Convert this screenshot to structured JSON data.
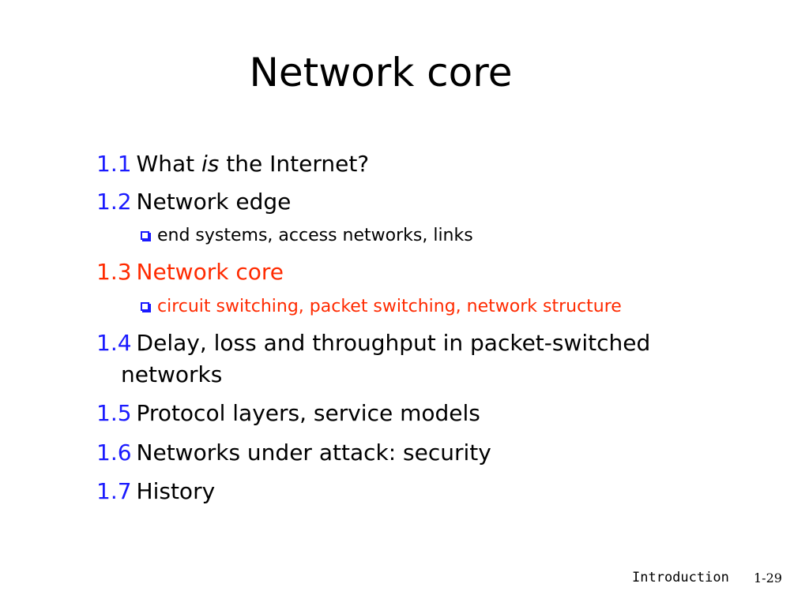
{
  "slide": {
    "title": "Network core"
  },
  "toc": [
    {
      "num": "1.1",
      "pre": "What ",
      "em": "is",
      "post": " the Internet?"
    },
    {
      "num": "1.2",
      "text": "Network edge",
      "sub": "end systems, access networks, links"
    },
    {
      "num": "1.3",
      "text": "Network core",
      "sub": "circuit switching, packet switching, network structure",
      "current": true
    },
    {
      "num": "1.4",
      "text": "Delay, loss and throughput in packet-switched",
      "text_cont": "networks"
    },
    {
      "num": "1.5",
      "text": "Protocol layers, service models"
    },
    {
      "num": "1.6",
      "text": "Networks under attack: security"
    },
    {
      "num": "1.7",
      "text": "History"
    }
  ],
  "colors": {
    "section_number": "#1a1aff",
    "current_section": "#ff2a00",
    "bullet": "#1a1aff"
  },
  "icons": {
    "bullet": "hollow-square-bullet-icon"
  },
  "footer": {
    "label": "Introduction",
    "page": "1-29"
  }
}
